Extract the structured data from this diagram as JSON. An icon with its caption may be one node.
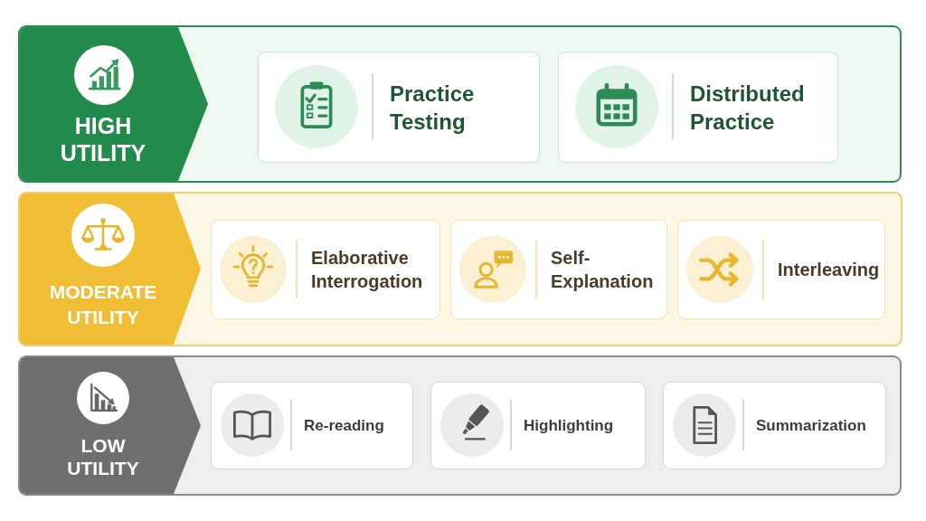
{
  "diagram": {
    "nodes": [
      {
        "text": [
          "HIGH UTILITY"
        ]
      },
      {
        "text": [
          "Practice Testing"
        ],
        "in": 0
      },
      {
        "text": [
          "Distributed Practice"
        ],
        "in": 0
      },
      {
        "text": [
          "MODERATE UTILITY"
        ]
      },
      {
        "text": [
          "Elaborative Interrogation"
        ],
        "in": 3
      },
      {
        "text": [
          "Self-Explanation"
        ],
        "in": 3
      },
      {
        "text": [
          "Interleaving"
        ],
        "in": 3
      },
      {
        "text": [
          "LOW UTILITY"
        ]
      },
      {
        "text": [
          "Re-reading"
        ],
        "in": 7
      },
      {
        "text": [
          "Highlighting"
        ],
        "in": 7
      },
      {
        "text": [
          "Summarization"
        ],
        "in": 7
      }
    ]
  }
}
